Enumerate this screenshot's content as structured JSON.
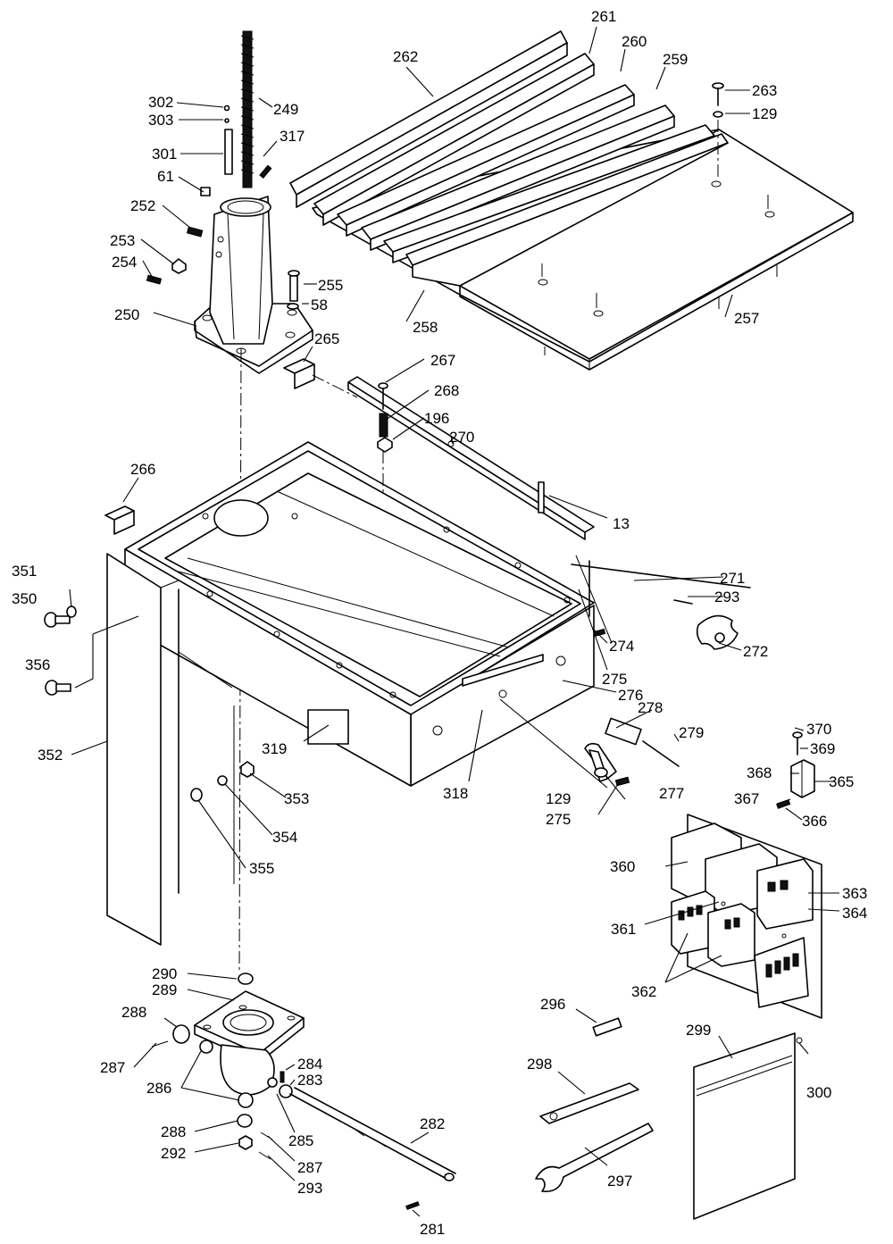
{
  "callouts": [
    {
      "label": "261"
    },
    {
      "label": "262"
    },
    {
      "label": "260"
    },
    {
      "label": "259"
    },
    {
      "label": "302"
    },
    {
      "label": "263"
    },
    {
      "label": "249"
    },
    {
      "label": "129"
    },
    {
      "label": "303"
    },
    {
      "label": "317"
    },
    {
      "label": "301"
    },
    {
      "label": "61"
    },
    {
      "label": "252"
    },
    {
      "label": "253"
    },
    {
      "label": "254"
    },
    {
      "label": "255"
    },
    {
      "label": "58"
    },
    {
      "label": "250"
    },
    {
      "label": "258"
    },
    {
      "label": "257"
    },
    {
      "label": "265"
    },
    {
      "label": "267"
    },
    {
      "label": "268"
    },
    {
      "label": "196"
    },
    {
      "label": "270"
    },
    {
      "label": "266"
    },
    {
      "label": "13"
    },
    {
      "label": "351"
    },
    {
      "label": "271"
    },
    {
      "label": "350"
    },
    {
      "label": "293"
    },
    {
      "label": "274"
    },
    {
      "label": "272"
    },
    {
      "label": "356"
    },
    {
      "label": "275"
    },
    {
      "label": "276"
    },
    {
      "label": "278"
    },
    {
      "label": "279"
    },
    {
      "label": "370"
    },
    {
      "label": "319"
    },
    {
      "label": "352"
    },
    {
      "label": "369"
    },
    {
      "label": "368"
    },
    {
      "label": "365"
    },
    {
      "label": "353"
    },
    {
      "label": "318"
    },
    {
      "label": "277"
    },
    {
      "label": "129"
    },
    {
      "label": "367"
    },
    {
      "label": "366"
    },
    {
      "label": "354"
    },
    {
      "label": "275"
    },
    {
      "label": "355"
    },
    {
      "label": "360"
    },
    {
      "label": "363"
    },
    {
      "label": "364"
    },
    {
      "label": "361"
    },
    {
      "label": "290"
    },
    {
      "label": "289"
    },
    {
      "label": "362"
    },
    {
      "label": "288"
    },
    {
      "label": "296"
    },
    {
      "label": "299"
    },
    {
      "label": "287"
    },
    {
      "label": "286"
    },
    {
      "label": "284"
    },
    {
      "label": "283"
    },
    {
      "label": "298"
    },
    {
      "label": "300"
    },
    {
      "label": "288"
    },
    {
      "label": "285"
    },
    {
      "label": "282"
    },
    {
      "label": "292"
    },
    {
      "label": "287"
    },
    {
      "label": "293"
    },
    {
      "label": "297"
    },
    {
      "label": "281"
    }
  ]
}
